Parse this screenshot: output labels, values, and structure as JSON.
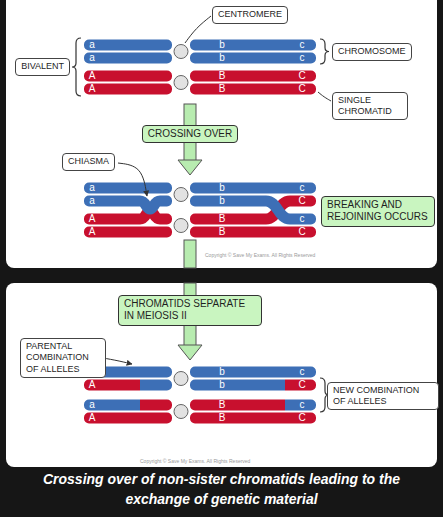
{
  "diagram": {
    "caption": "Crossing over of non-sister chromatids leading to the exchange of genetic material",
    "nodes": [
      {
        "text": [
          "CENTROMERE"
        ]
      },
      {
        "text": [
          "CHROMOSOME"
        ]
      },
      {
        "text": [
          "BIVALENT"
        ]
      },
      {
        "text": [
          "SINGLE CHROMATID"
        ]
      },
      {
        "text": [
          "CROSSING OVER"
        ]
      },
      {
        "text": [
          "CHIASMA"
        ]
      },
      {
        "text": [
          "BREAKING AND REJOINING OCCURS"
        ]
      },
      {
        "text": [
          "CHROMATIDS SEPARATE IN MEIOSIS II"
        ]
      },
      {
        "text": [
          "PARENTAL COMBINATION OF ALLELES"
        ]
      },
      {
        "text": [
          "NEW COMBINATION OF ALLELES"
        ]
      }
    ],
    "labels": [
      "a",
      "b",
      "c",
      "a",
      "b",
      "c",
      "A",
      "B",
      "C",
      "A",
      "B",
      "C",
      "a",
      "b",
      "c",
      "a",
      "b",
      "C",
      "A",
      "B",
      "c",
      "A",
      "B",
      "C",
      "a",
      "b",
      "c",
      "A",
      "b",
      "C",
      "a",
      "B",
      "c",
      "A",
      "B",
      "C",
      "Copyright © Save My Exams. All Rights Reserved",
      "Copyright © Save My Exams. All Rights Reserved"
    ]
  }
}
